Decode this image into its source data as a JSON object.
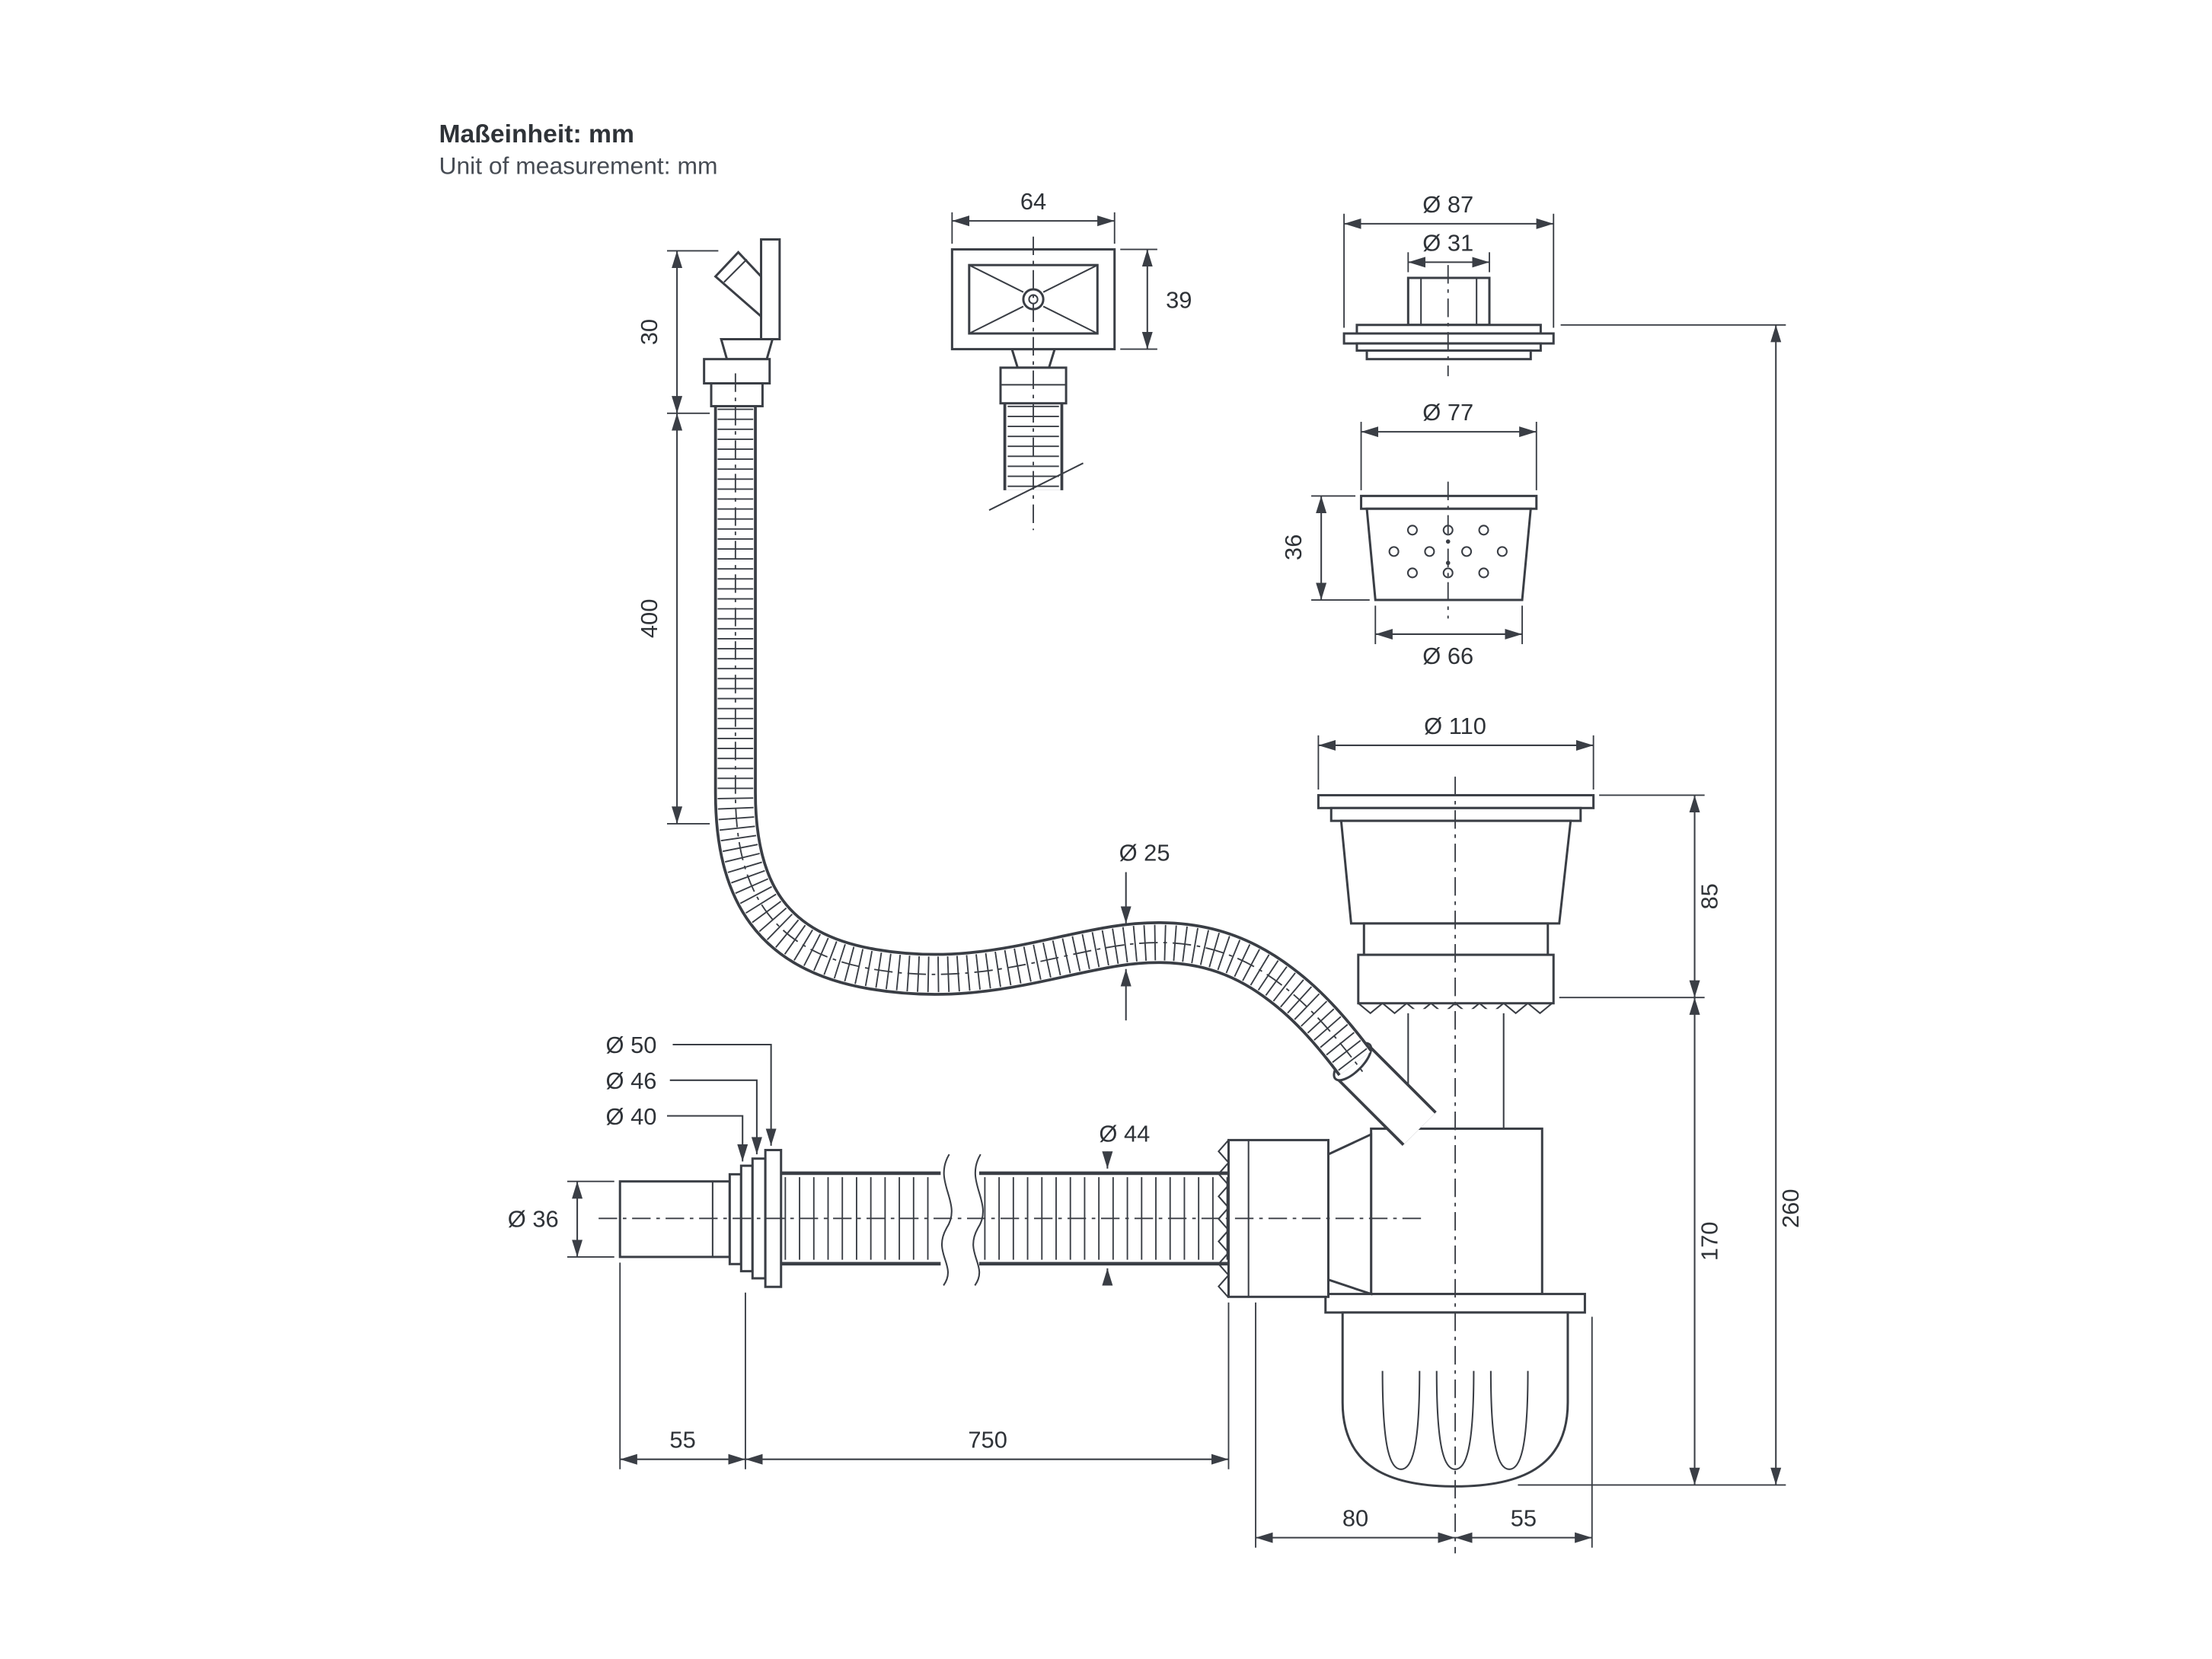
{
  "colors": {
    "background": "#ffffff",
    "line": "#3a3e45",
    "text": "#2f3338"
  },
  "header": {
    "unit_label_de": "Maßeinheit: mm",
    "unit_label_en": "Unit of measurement: mm"
  },
  "dims": {
    "d64": "64",
    "d39": "39",
    "d30": "30",
    "d400": "400",
    "d25": "Ø 25",
    "d87": "Ø 87",
    "d31": "Ø 31",
    "d77": "Ø 77",
    "d36s": "36",
    "d66": "Ø 66",
    "d110": "Ø 110",
    "d85": "85",
    "d170": "170",
    "d260": "260",
    "d36p": "Ø 36",
    "d50": "Ø 50",
    "d46": "Ø 46",
    "d40": "Ø 40",
    "d44": "Ø 44",
    "l55a": "55",
    "l750": "750",
    "l80": "80",
    "l55b": "55"
  }
}
